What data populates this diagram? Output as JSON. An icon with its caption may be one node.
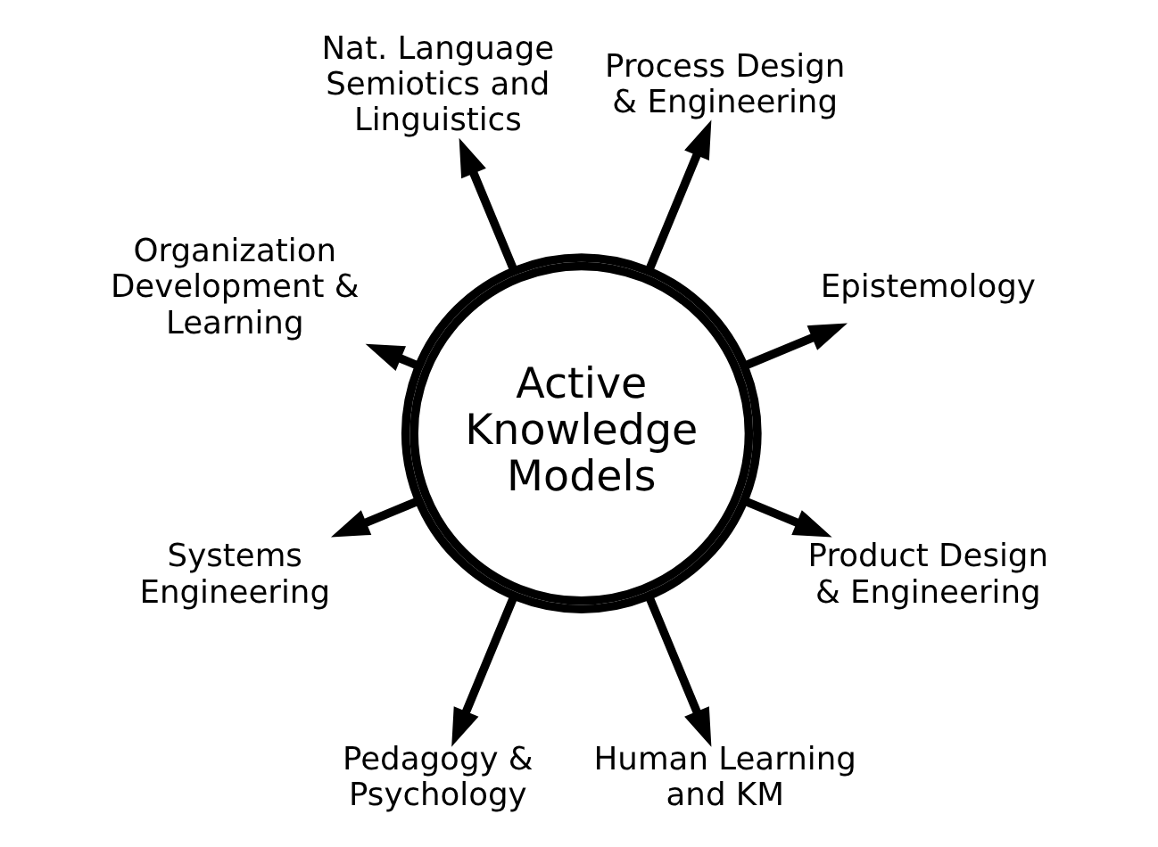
{
  "diagram": {
    "nodes": [
      {
        "text": [
          "Active Knowledge Models"
        ]
      },
      {
        "text": [
          "Epistemology"
        ]
      },
      {
        "text": [
          "Process Design & Engineering"
        ]
      },
      {
        "text": [
          "Nat. Language Semiotics and Linguistics"
        ]
      },
      {
        "text": [
          "Organization Development & Learning"
        ]
      },
      {
        "text": [
          "Systems Engineering"
        ]
      },
      {
        "text": [
          "Pedagogy & Psychology"
        ]
      },
      {
        "text": [
          "Human Learning and KM"
        ]
      },
      {
        "text": [
          "Product Design & Engineering"
        ]
      }
    ],
    "edges": [
      {
        "from": 0,
        "to": 1,
        "arrow": "to"
      },
      {
        "from": 0,
        "to": 2,
        "arrow": "to"
      },
      {
        "from": 0,
        "to": 3,
        "arrow": "to"
      },
      {
        "from": 0,
        "to": 4,
        "arrow": "to"
      },
      {
        "from": 0,
        "to": 5,
        "arrow": "to"
      },
      {
        "from": 0,
        "to": 6,
        "arrow": "to"
      },
      {
        "from": 0,
        "to": 7,
        "arrow": "to"
      },
      {
        "from": 0,
        "to": 8,
        "arrow": "to"
      }
    ]
  }
}
